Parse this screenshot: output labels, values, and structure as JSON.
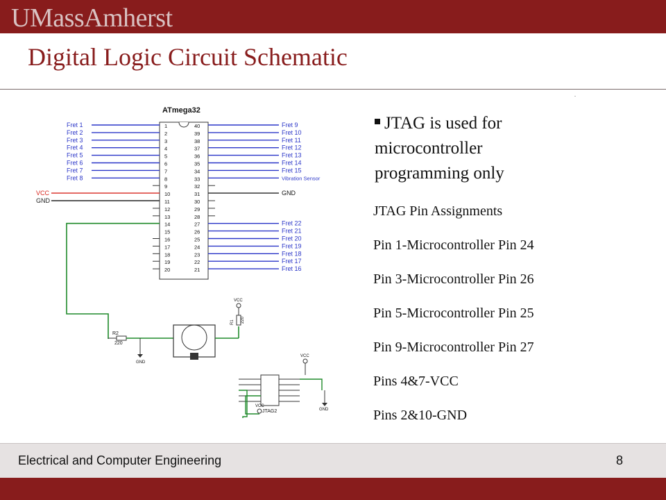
{
  "header": {
    "logo": "UMassAmherst"
  },
  "slide": {
    "title": "Digital Logic Circuit Schematic",
    "bullet": "JTAG is used for microcontroller programming only",
    "bullet_lines": [
      "JTAG is used for",
      "microcontroller",
      "programming only"
    ],
    "subitems": [
      "JTAG Pin Assignments",
      "Pin 1-Microcontroller Pin 24",
      "Pin 3-Microcontroller Pin 26",
      "Pin 5-Microcontroller Pin 25",
      "Pin 9-Microcontroller Pin 27",
      "Pins 4&7-VCC",
      "Pins 2&10-GND"
    ]
  },
  "schematic": {
    "chip_name": "ATmega32",
    "left_pins": [
      "1",
      "2",
      "3",
      "4",
      "5",
      "6",
      "7",
      "8",
      "9",
      "10",
      "11",
      "12",
      "13",
      "14",
      "15",
      "16",
      "17",
      "18",
      "19",
      "20"
    ],
    "right_pins": [
      "40",
      "39",
      "38",
      "37",
      "36",
      "35",
      "34",
      "33",
      "32",
      "31",
      "30",
      "29",
      "28",
      "27",
      "26",
      "25",
      "24",
      "23",
      "22",
      "21"
    ],
    "left_labels": [
      "Fret 1",
      "Fret 2",
      "Fret 3",
      "Fret 4",
      "Fret 5",
      "Fret 6",
      "Fret 7",
      "Fret 8",
      "",
      "VCC",
      "GND"
    ],
    "right_labels_top": [
      "Fret 9",
      "Fret 10",
      "Fret 11",
      "Fret 12",
      "Fret 13",
      "Fret 14",
      "Fret 15",
      "Vibration Sensor"
    ],
    "right_gnd": "GND",
    "right_labels_bottom": [
      "Fret 22",
      "Fret 21",
      "Fret 20",
      "Fret 19",
      "Fret 18",
      "Fret 17",
      "Fret 16"
    ],
    "r2_name": "R2",
    "r2_value": "220",
    "r1_name": "R1",
    "r1_value": "220",
    "vcc_label": "VCC",
    "gnd_label": "GND",
    "jtag_label": "JTAG2",
    "colors": {
      "blue": "#2a35c8",
      "red": "#d8261e",
      "green": "#1f8a2a",
      "black": "#222222"
    }
  },
  "footer": {
    "text": "Electrical and Computer Engineering",
    "page": "8"
  },
  "colors": {
    "brand": "#881c1c",
    "footer_bg": "#e6e2e2"
  }
}
